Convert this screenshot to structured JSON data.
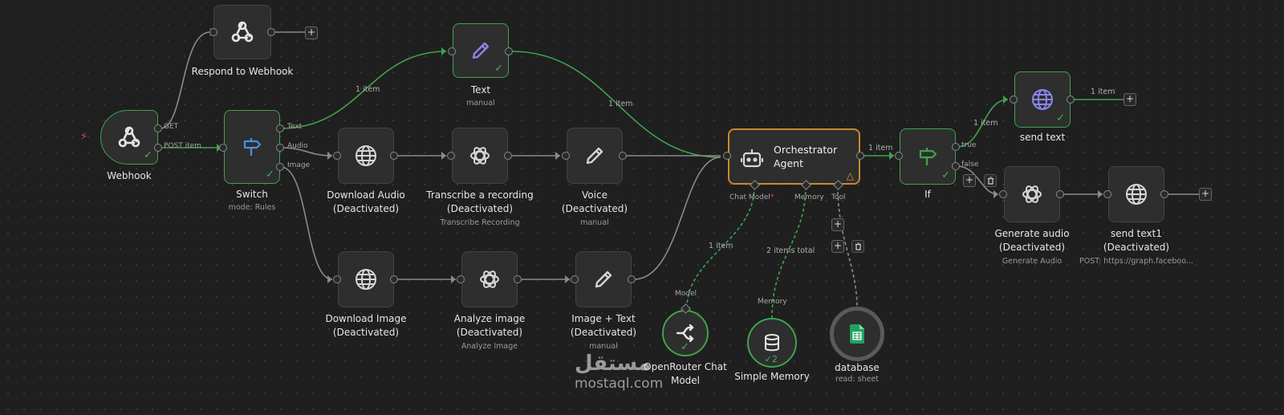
{
  "nodes": {
    "respond_webhook": {
      "label": "Respond to Webhook",
      "sub": "",
      "icon": "webhook-icon"
    },
    "webhook": {
      "label": "Webhook",
      "sub": "",
      "icon": "webhook-icon"
    },
    "switch": {
      "label": "Switch",
      "sub": "mode: Rules",
      "icon": "signpost-icon"
    },
    "text": {
      "label": "Text",
      "sub": "manual",
      "icon": "pencil-icon"
    },
    "download_audio": {
      "label": "Download Audio\n(Deactivated)",
      "sub": "",
      "icon": "globe-icon"
    },
    "transcribe": {
      "label": "Transcribe a recording\n(Deactivated)",
      "sub": "Transcribe Recording",
      "icon": "openai-icon"
    },
    "voice": {
      "label": "Voice\n(Deactivated)",
      "sub": "manual",
      "icon": "pencil-icon"
    },
    "download_image": {
      "label": "Download Image\n(Deactivated)",
      "sub": "",
      "icon": "globe-icon"
    },
    "analyze_image": {
      "label": "Analyze image\n(Deactivated)",
      "sub": "Analyze Image",
      "icon": "openai-icon"
    },
    "image_text": {
      "label": "Image + Text\n(Deactivated)",
      "sub": "manual",
      "icon": "pencil-icon"
    },
    "orchestrator": {
      "label": "Orchestrator\nAgent",
      "sub": "",
      "icon": "robot-icon"
    },
    "if": {
      "label": "If",
      "sub": "",
      "icon": "signpost-icon"
    },
    "send_text": {
      "label": "send text",
      "sub": "",
      "icon": "globe-icon"
    },
    "generate_audio": {
      "label": "Generate audio\n(Deactivated)",
      "sub": "Generate Audio",
      "icon": "openai-icon"
    },
    "send_text1": {
      "label": "send text1\n(Deactivated)",
      "sub": "POST: https://graph.faceboo...",
      "icon": "globe-icon"
    },
    "openrouter": {
      "label": "OpenRouter Chat\nModel",
      "sub": "",
      "icon": "openrouter-icon"
    },
    "memory": {
      "label": "Simple Memory",
      "sub": "",
      "icon": "database-icon",
      "badge": "2"
    },
    "database": {
      "label": "database",
      "sub": "read: sheet",
      "icon": "sheets-icon"
    }
  },
  "ports": {
    "webhook_get": "GET",
    "webhook_post": "POST item",
    "switch_text": "Text",
    "switch_audio": "Audio",
    "switch_image": "Image",
    "agent_chat_model": "Chat Model",
    "agent_required": "*",
    "agent_memory": "Memory",
    "agent_tool": "Tool",
    "if_true": "true",
    "if_false": "false",
    "model_in": "Model",
    "memory_in": "Memory"
  },
  "edges": {
    "text_in": "1 item",
    "text_out": "1 item",
    "agent_if": "1 item",
    "if_true": "1 item",
    "send_out": "1 item",
    "model": "1 item",
    "memory": "2 items total"
  },
  "colors": {
    "success": "#3fa34d",
    "agent_border": "#c9892f",
    "deactivated_icon": "#d6d6d6",
    "switch_icon": "#4a90e2",
    "text_icon": "#8a86f0",
    "send_icon": "#8a86f0",
    "sheets": "#1ea362",
    "trigger_bolt": "#e5484d"
  },
  "watermark": {
    "arabic": "مستقل",
    "latin": "mostaql.com"
  }
}
